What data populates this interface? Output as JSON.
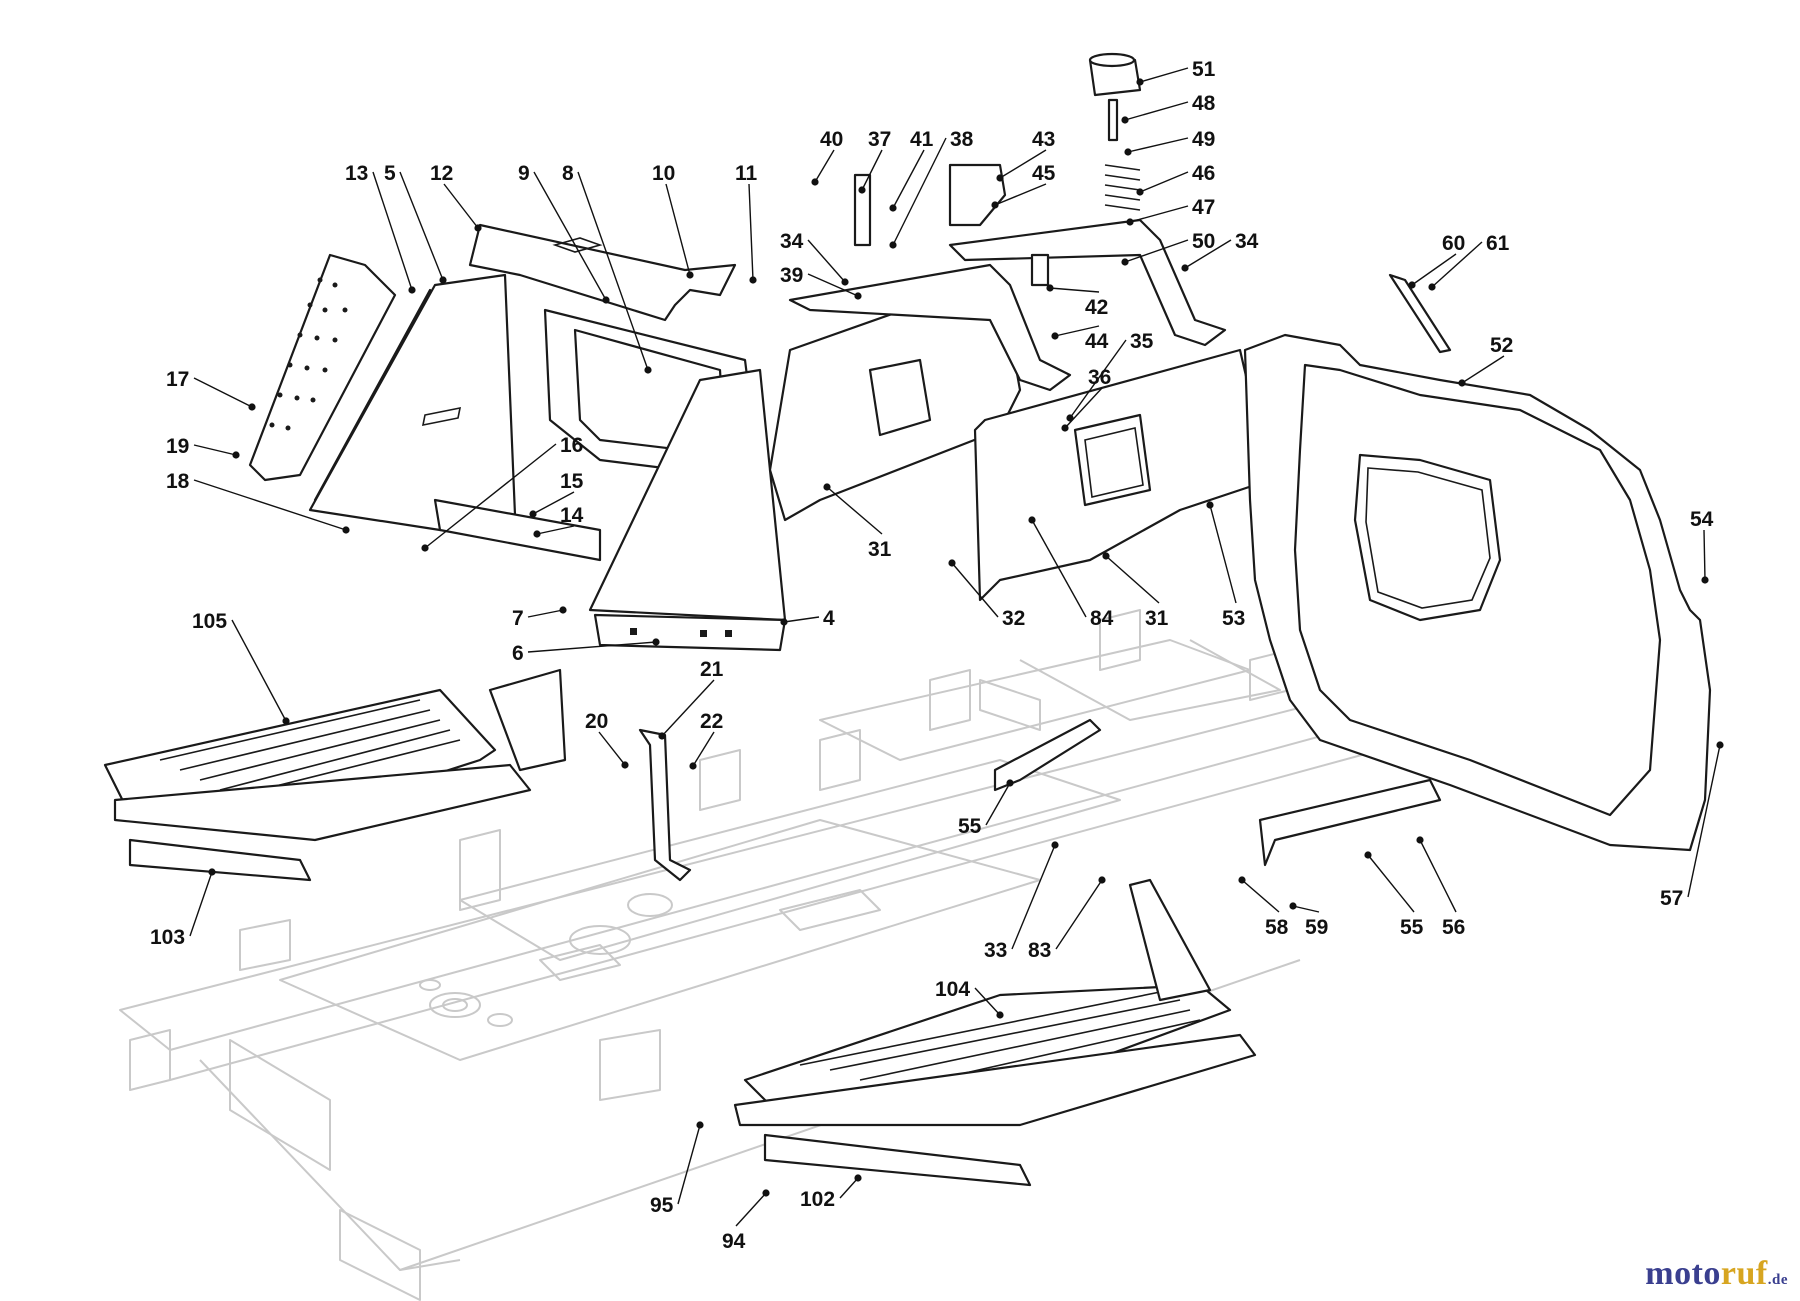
{
  "watermark": {
    "main": "moto",
    "accent": "ruf",
    "tld": "de"
  },
  "callouts": [
    {
      "id": "c51",
      "label": "51"
    },
    {
      "id": "c48",
      "label": "48"
    },
    {
      "id": "c49",
      "label": "49"
    },
    {
      "id": "c46",
      "label": "46"
    },
    {
      "id": "c47",
      "label": "47"
    },
    {
      "id": "c50",
      "label": "50"
    },
    {
      "id": "c34a",
      "label": "34"
    },
    {
      "id": "c43",
      "label": "43"
    },
    {
      "id": "c45",
      "label": "45"
    },
    {
      "id": "c40",
      "label": "40"
    },
    {
      "id": "c37",
      "label": "37"
    },
    {
      "id": "c41",
      "label": "41"
    },
    {
      "id": "c38",
      "label": "38"
    },
    {
      "id": "c34b",
      "label": "34"
    },
    {
      "id": "c39",
      "label": "39"
    },
    {
      "id": "c42",
      "label": "42"
    },
    {
      "id": "c44",
      "label": "44"
    },
    {
      "id": "c35",
      "label": "35"
    },
    {
      "id": "c36",
      "label": "36"
    },
    {
      "id": "c13",
      "label": "13"
    },
    {
      "id": "c5",
      "label": "5"
    },
    {
      "id": "c12",
      "label": "12"
    },
    {
      "id": "c9",
      "label": "9"
    },
    {
      "id": "c8",
      "label": "8"
    },
    {
      "id": "c10",
      "label": "10"
    },
    {
      "id": "c11",
      "label": "11"
    },
    {
      "id": "c17",
      "label": "17"
    },
    {
      "id": "c19",
      "label": "19"
    },
    {
      "id": "c18",
      "label": "18"
    },
    {
      "id": "c16",
      "label": "16"
    },
    {
      "id": "c15",
      "label": "15"
    },
    {
      "id": "c14",
      "label": "14"
    },
    {
      "id": "c7",
      "label": "7"
    },
    {
      "id": "c4",
      "label": "4"
    },
    {
      "id": "c6",
      "label": "6"
    },
    {
      "id": "c31a",
      "label": "31"
    },
    {
      "id": "c32",
      "label": "32"
    },
    {
      "id": "c84",
      "label": "84"
    },
    {
      "id": "c31b",
      "label": "31"
    },
    {
      "id": "c53",
      "label": "53"
    },
    {
      "id": "c60",
      "label": "60"
    },
    {
      "id": "c61",
      "label": "61"
    },
    {
      "id": "c52",
      "label": "52"
    },
    {
      "id": "c54",
      "label": "54"
    },
    {
      "id": "c57",
      "label": "57"
    },
    {
      "id": "c105",
      "label": "105"
    },
    {
      "id": "c103",
      "label": "103"
    },
    {
      "id": "c21",
      "label": "21"
    },
    {
      "id": "c20",
      "label": "20"
    },
    {
      "id": "c22",
      "label": "22"
    },
    {
      "id": "c55a",
      "label": "55"
    },
    {
      "id": "c33",
      "label": "33"
    },
    {
      "id": "c83",
      "label": "83"
    },
    {
      "id": "c58",
      "label": "58"
    },
    {
      "id": "c59",
      "label": "59"
    },
    {
      "id": "c55b",
      "label": "55"
    },
    {
      "id": "c56",
      "label": "56"
    },
    {
      "id": "c104",
      "label": "104"
    },
    {
      "id": "c95",
      "label": "95"
    },
    {
      "id": "c94",
      "label": "94"
    },
    {
      "id": "c102",
      "label": "102"
    }
  ]
}
